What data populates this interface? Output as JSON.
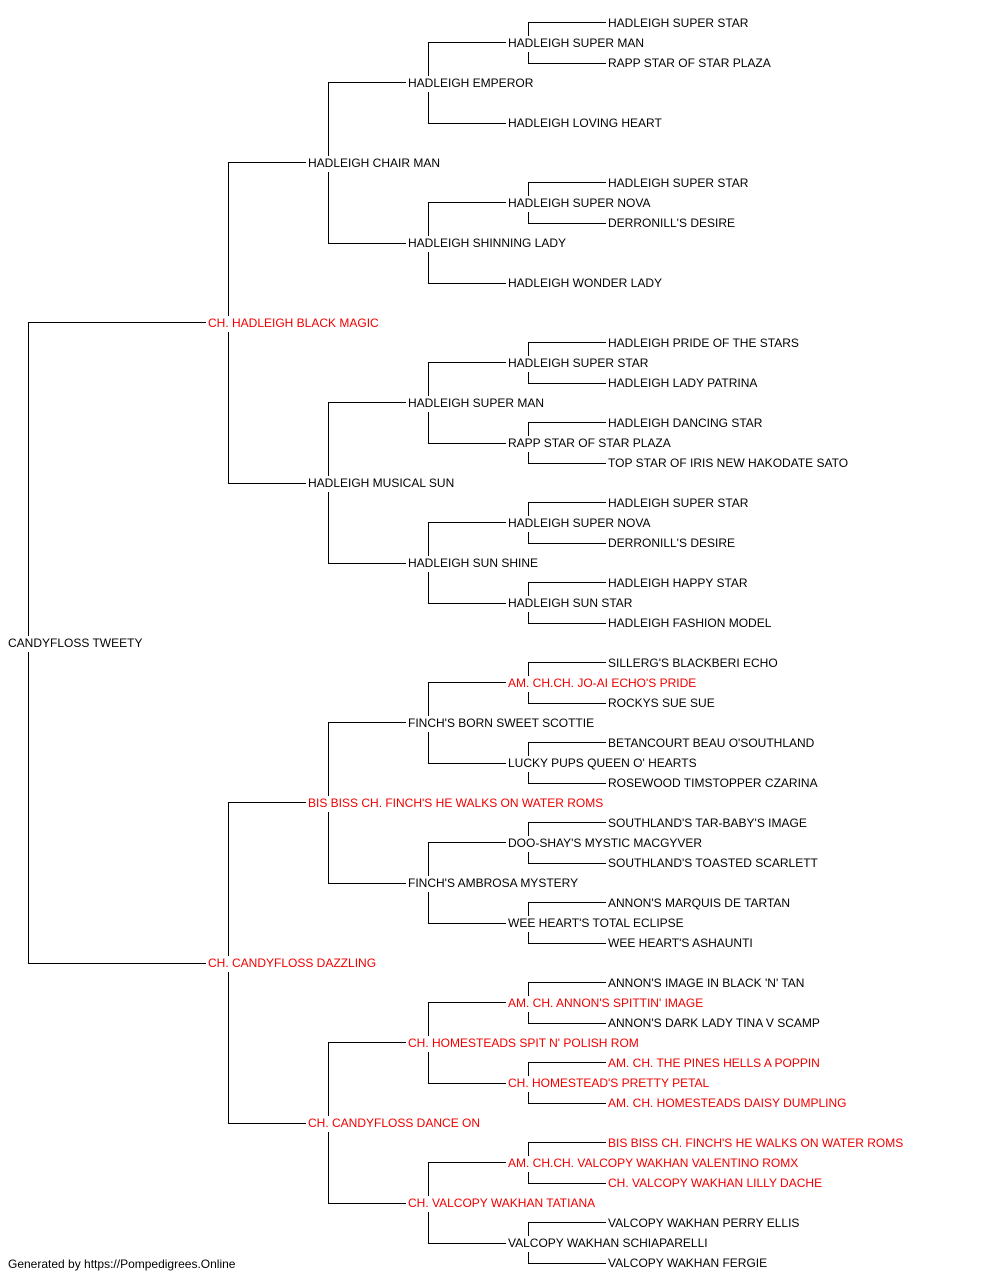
{
  "pedigree": {
    "root": "CANDYFLOSS TWEETY",
    "nodes": [
      {
        "path": "0",
        "name": "CANDYFLOSS TWEETY",
        "champion": false
      },
      {
        "path": "0s",
        "name": "CH. HADLEIGH BLACK MAGIC",
        "champion": true
      },
      {
        "path": "0ss",
        "name": "HADLEIGH CHAIR MAN",
        "champion": false
      },
      {
        "path": "0sss",
        "name": "HADLEIGH EMPEROR",
        "champion": false
      },
      {
        "path": "0ssss",
        "name": "HADLEIGH SUPER MAN",
        "champion": false
      },
      {
        "path": "0sssss",
        "name": "HADLEIGH SUPER STAR",
        "champion": false
      },
      {
        "path": "0ssssd",
        "name": "RAPP STAR OF STAR PLAZA",
        "champion": false
      },
      {
        "path": "0sssd",
        "name": "HADLEIGH LOVING HEART",
        "champion": false
      },
      {
        "path": "0ssd",
        "name": "HADLEIGH SHINNING LADY",
        "champion": false
      },
      {
        "path": "0ssds",
        "name": "HADLEIGH SUPER NOVA",
        "champion": false
      },
      {
        "path": "0ssdss",
        "name": "HADLEIGH SUPER STAR",
        "champion": false
      },
      {
        "path": "0ssdsd",
        "name": "DERRONILL'S DESIRE",
        "champion": false
      },
      {
        "path": "0ssdd",
        "name": "HADLEIGH WONDER LADY",
        "champion": false
      },
      {
        "path": "0sd",
        "name": "HADLEIGH MUSICAL SUN",
        "champion": false
      },
      {
        "path": "0sds",
        "name": "HADLEIGH SUPER MAN",
        "champion": false
      },
      {
        "path": "0sdss",
        "name": "HADLEIGH SUPER STAR",
        "champion": false
      },
      {
        "path": "0sdsss",
        "name": "HADLEIGH PRIDE OF THE STARS",
        "champion": false
      },
      {
        "path": "0sdssd",
        "name": "HADLEIGH LADY PATRINA",
        "champion": false
      },
      {
        "path": "0sdsd",
        "name": "RAPP STAR OF STAR PLAZA",
        "champion": false
      },
      {
        "path": "0sdsds",
        "name": "HADLEIGH DANCING STAR",
        "champion": false
      },
      {
        "path": "0sdsdd",
        "name": "TOP STAR OF IRIS NEW HAKODATE SATO",
        "champion": false
      },
      {
        "path": "0sdd",
        "name": "HADLEIGH SUN SHINE",
        "champion": false
      },
      {
        "path": "0sdds",
        "name": "HADLEIGH SUPER NOVA",
        "champion": false
      },
      {
        "path": "0sddss",
        "name": "HADLEIGH SUPER STAR",
        "champion": false
      },
      {
        "path": "0sddsd",
        "name": "DERRONILL'S DESIRE",
        "champion": false
      },
      {
        "path": "0sddd",
        "name": "HADLEIGH SUN STAR",
        "champion": false
      },
      {
        "path": "0sddds",
        "name": "HADLEIGH HAPPY STAR",
        "champion": false
      },
      {
        "path": "0sdddd",
        "name": "HADLEIGH FASHION MODEL",
        "champion": false
      },
      {
        "path": "0d",
        "name": "CH. CANDYFLOSS DAZZLING",
        "champion": true
      },
      {
        "path": "0ds",
        "name": "BIS BISS CH. FINCH'S HE WALKS ON WATER ROMS",
        "champion": true
      },
      {
        "path": "0dss",
        "name": "FINCH'S BORN SWEET SCOTTIE",
        "champion": false
      },
      {
        "path": "0dsss",
        "name": "AM. CH.CH. JO-AI ECHO'S PRIDE",
        "champion": true
      },
      {
        "path": "0dssss",
        "name": "SILLERG'S BLACKBERI ECHO",
        "champion": false
      },
      {
        "path": "0dsssd",
        "name": "ROCKYS SUE SUE",
        "champion": false
      },
      {
        "path": "0dssd",
        "name": "LUCKY PUPS QUEEN O' HEARTS",
        "champion": false
      },
      {
        "path": "0dssds",
        "name": "BETANCOURT BEAU O'SOUTHLAND",
        "champion": false
      },
      {
        "path": "0dssdd",
        "name": "ROSEWOOD TIMSTOPPER CZARINA",
        "champion": false
      },
      {
        "path": "0dsd",
        "name": "FINCH'S AMBROSA MYSTERY",
        "champion": false
      },
      {
        "path": "0dsds",
        "name": "DOO-SHAY'S MYSTIC MACGYVER",
        "champion": false
      },
      {
        "path": "0dsdss",
        "name": "SOUTHLAND'S TAR-BABY'S IMAGE",
        "champion": false
      },
      {
        "path": "0dsdsd",
        "name": "SOUTHLAND'S TOASTED SCARLETT",
        "champion": false
      },
      {
        "path": "0dsdd",
        "name": "WEE HEART'S TOTAL ECLIPSE",
        "champion": false
      },
      {
        "path": "0dsdds",
        "name": "ANNON'S MARQUIS DE TARTAN",
        "champion": false
      },
      {
        "path": "0dsddd",
        "name": "WEE HEART'S ASHAUNTI",
        "champion": false
      },
      {
        "path": "0dd",
        "name": "CH. CANDYFLOSS DANCE ON",
        "champion": true
      },
      {
        "path": "0dds",
        "name": "CH. HOMESTEADS SPIT N' POLISH ROM",
        "champion": true
      },
      {
        "path": "0ddss",
        "name": "AM. CH. ANNON'S SPITTIN' IMAGE",
        "champion": true
      },
      {
        "path": "0ddsss",
        "name": "ANNON'S IMAGE IN BLACK 'N' TAN",
        "champion": false
      },
      {
        "path": "0ddssd",
        "name": "ANNON'S DARK LADY TINA V SCAMP",
        "champion": false
      },
      {
        "path": "0ddsd",
        "name": "CH. HOMESTEAD'S PRETTY PETAL",
        "champion": true
      },
      {
        "path": "0ddsds",
        "name": "AM. CH. THE PINES HELLS A POPPIN",
        "champion": true
      },
      {
        "path": "0ddsdd",
        "name": "AM. CH. HOMESTEADS DAISY DUMPLING",
        "champion": true
      },
      {
        "path": "0ddd",
        "name": "CH. VALCOPY WAKHAN TATIANA",
        "champion": true
      },
      {
        "path": "0ddds",
        "name": "AM. CH.CH. VALCOPY WAKHAN VALENTINO ROMX",
        "champion": true
      },
      {
        "path": "0dddss",
        "name": "BIS BISS CH. FINCH'S HE WALKS ON WATER ROMS",
        "champion": true
      },
      {
        "path": "0dddsd",
        "name": "CH. VALCOPY WAKHAN LILLY DACHE",
        "champion": true
      },
      {
        "path": "0dddd",
        "name": "VALCOPY WAKHAN SCHIAPARELLI",
        "champion": false
      },
      {
        "path": "0dddds",
        "name": "VALCOPY WAKHAN PERRY ELLIS",
        "champion": false
      },
      {
        "path": "0ddddd",
        "name": "VALCOPY WAKHAN FERGIE",
        "champion": false
      }
    ]
  },
  "colors": {
    "champion": "#ee0000",
    "default": "#000000",
    "line": "#000000"
  },
  "footer": "Generated by https://Pompedigrees.Online"
}
